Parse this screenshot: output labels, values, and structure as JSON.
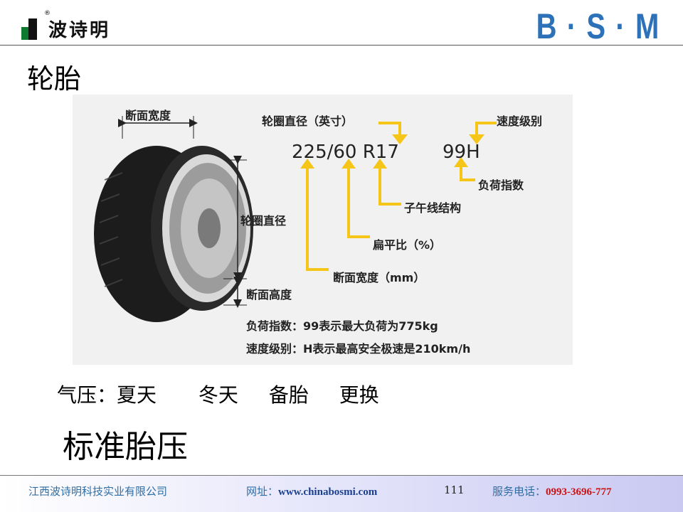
{
  "header": {
    "logo_text": "波诗明",
    "logo_mark": "®",
    "brand_right": "B · S · M"
  },
  "title": "轮胎",
  "diagram": {
    "label_section_width_top": "断面宽度",
    "label_rim_diameter_inch": "轮圈直径（英寸）",
    "label_speed_rating": "速度级别",
    "size_code": "225/60 R17",
    "service_code": "99H",
    "label_load_index": "负荷指数",
    "label_radial": "子午线结构",
    "label_rim_diameter_side": "轮圈直径",
    "label_aspect_ratio": "扁平比（%）",
    "label_section_width_mm": "断面宽度（mm）",
    "label_section_height": "断面高度",
    "note_load": "负荷指数：99表示最大负荷为775kg",
    "note_speed": "速度级别：H表示最高安全极速是210km/h",
    "colors": {
      "arrow": "#f5c518",
      "tire": "#1c1c1c",
      "rim": "#b9b9b9"
    }
  },
  "pressure": {
    "label": "气压：夏天",
    "winter": "冬天",
    "spare": "备胎",
    "replace": "更换"
  },
  "standard_pressure": "标准胎压",
  "footer": {
    "company": "江西波诗明科技实业有限公司",
    "website_label": "网址：",
    "website": "www.chinabosmi.com",
    "page_number": "111",
    "phone_label": "服务电话：",
    "phone": "0993-3696-777"
  }
}
